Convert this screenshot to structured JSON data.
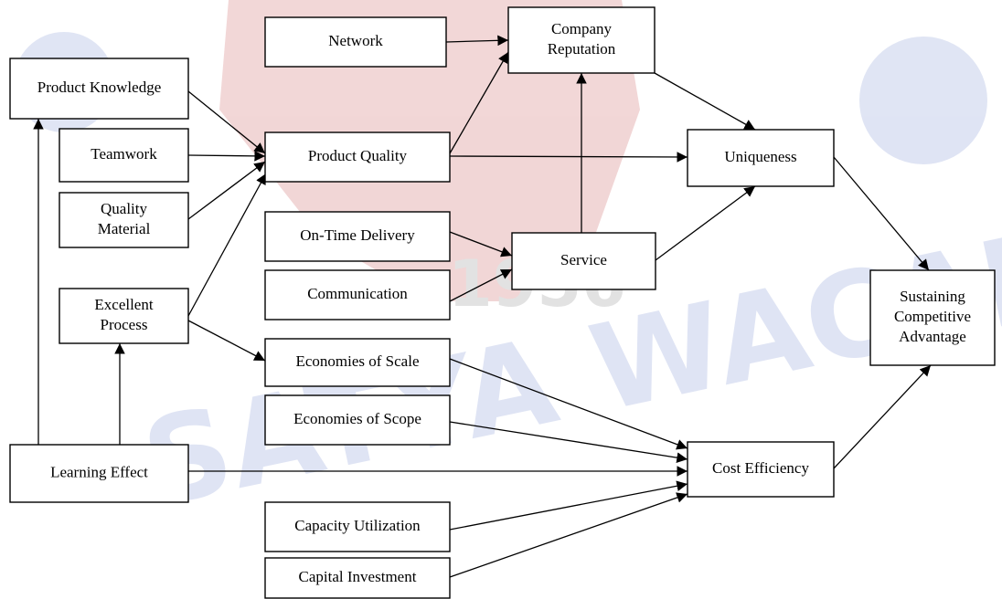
{
  "diagram": {
    "nodes": {
      "network": {
        "lines": [
          "Network"
        ]
      },
      "company_reputation": {
        "lines": [
          "Company",
          "Reputation"
        ]
      },
      "product_knowledge": {
        "lines": [
          "Product Knowledge"
        ]
      },
      "teamwork": {
        "lines": [
          "Teamwork"
        ]
      },
      "product_quality": {
        "lines": [
          "Product Quality"
        ]
      },
      "uniqueness": {
        "lines": [
          "Uniqueness"
        ]
      },
      "quality_material": {
        "lines": [
          "Quality",
          "Material"
        ]
      },
      "on_time_delivery": {
        "lines": [
          "On-Time Delivery"
        ]
      },
      "service": {
        "lines": [
          "Service"
        ]
      },
      "communication": {
        "lines": [
          "Communication"
        ]
      },
      "excellent_process": {
        "lines": [
          "Excellent",
          "Process"
        ]
      },
      "sustaining_competitive_advantage": {
        "lines": [
          "Sustaining",
          "Competitive",
          "Advantage"
        ]
      },
      "economies_of_scale": {
        "lines": [
          "Economies of Scale"
        ]
      },
      "economies_of_scope": {
        "lines": [
          "Economies of Scope"
        ]
      },
      "learning_effect": {
        "lines": [
          "Learning Effect"
        ]
      },
      "cost_efficiency": {
        "lines": [
          "Cost Efficiency"
        ]
      },
      "capacity_utilization": {
        "lines": [
          "Capacity Utilization"
        ]
      },
      "capital_investment": {
        "lines": [
          "Capital Investment"
        ]
      }
    },
    "edges": [
      {
        "from": "network",
        "to": "company_reputation"
      },
      {
        "from": "company_reputation",
        "to": "uniqueness"
      },
      {
        "from": "product_knowledge",
        "to": "product_quality"
      },
      {
        "from": "teamwork",
        "to": "product_quality"
      },
      {
        "from": "quality_material",
        "to": "product_quality"
      },
      {
        "from": "excellent_process",
        "to": "product_quality"
      },
      {
        "from": "product_quality",
        "to": "company_reputation"
      },
      {
        "from": "product_quality",
        "to": "uniqueness"
      },
      {
        "from": "service",
        "to": "company_reputation"
      },
      {
        "from": "service",
        "to": "uniqueness"
      },
      {
        "from": "on_time_delivery",
        "to": "service"
      },
      {
        "from": "communication",
        "to": "service"
      },
      {
        "from": "uniqueness",
        "to": "sustaining_competitive_advantage"
      },
      {
        "from": "cost_efficiency",
        "to": "sustaining_competitive_advantage"
      },
      {
        "from": "excellent_process",
        "to": "economies_of_scale"
      },
      {
        "from": "learning_effect",
        "to": "product_knowledge"
      },
      {
        "from": "learning_effect",
        "to": "excellent_process"
      },
      {
        "from": "learning_effect",
        "to": "cost_efficiency"
      },
      {
        "from": "economies_of_scale",
        "to": "cost_efficiency"
      },
      {
        "from": "economies_of_scope",
        "to": "cost_efficiency"
      },
      {
        "from": "capacity_utilization",
        "to": "cost_efficiency"
      },
      {
        "from": "capital_investment",
        "to": "cost_efficiency"
      }
    ]
  },
  "watermark": {
    "text_top": "1956",
    "text_bottom": "SATYA WACANA"
  },
  "colors": {
    "watermark_blue": "#8fa0d8",
    "watermark_red": "#e07070",
    "line": "#000000"
  }
}
